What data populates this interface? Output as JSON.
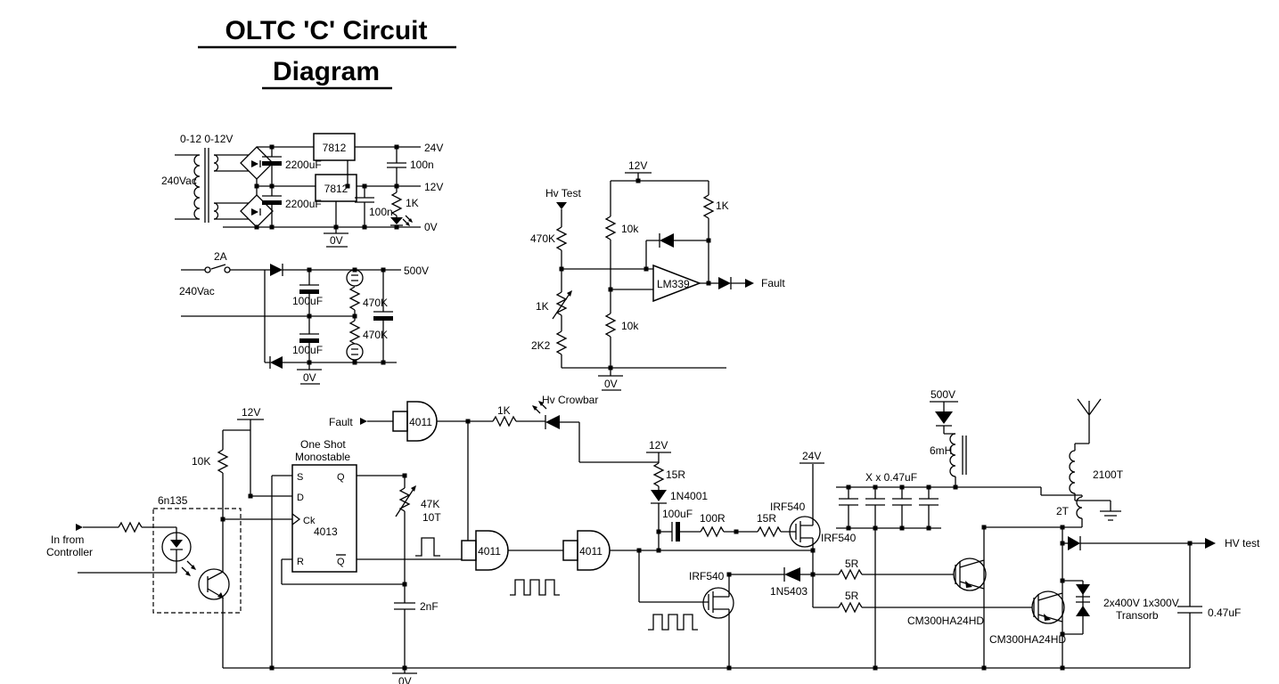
{
  "title": {
    "line1": "OLTC 'C' Circuit",
    "line2": "Diagram"
  },
  "psu_lv": {
    "secondary": "0-12 0-12V",
    "mains": "240Vac",
    "cap1": "2200uF",
    "cap2": "2200uF",
    "reg1": "7812",
    "reg2": "7812",
    "rail24": "24V",
    "rail12": "12V",
    "rail0": "0V",
    "filt1": "100n",
    "filt2": "100n",
    "led_res": "1K",
    "gnd": "0V"
  },
  "psu_hv": {
    "fuse": "2A",
    "mains": "240Vac",
    "cap1": "100uF",
    "cap2": "100uF",
    "bleed1": "470K",
    "bleed2": "470K",
    "rail500": "500V",
    "gnd": "0V"
  },
  "comp": {
    "supply": "12V",
    "input": "Hv Test",
    "r_in": "470K",
    "r_top": "10k",
    "r_pullup": "1K",
    "pot": "1K",
    "r_low": "2K2",
    "r_ref": "10k",
    "ic": "LM339",
    "out": "Fault",
    "gnd": "0V"
  },
  "logic": {
    "in1": "In from",
    "in2": "Controller",
    "opto": "6n135",
    "supply": "12V",
    "pullup": "10K",
    "mono1": "One Shot",
    "mono2": "Monostable",
    "ff": "4013",
    "pin_s": "S",
    "pin_d": "D",
    "pin_ck": "Ck",
    "pin_r": "R",
    "pin_q": "Q",
    "pin_qb": "Q",
    "pot": "47K",
    "pot_turns": "10T",
    "cap": "2nF",
    "fault": "Fault",
    "gate1": "4011",
    "gate2": "4011",
    "gate3": "4011",
    "r1": "1K",
    "crowbar": "Hv Crowbar"
  },
  "drive": {
    "supply": "12V",
    "r1": "15R",
    "d1": "1N4001",
    "cap1": "100uF",
    "r2": "100R",
    "r3": "15R",
    "fet1": "IRF540",
    "fet1b": "IRF540",
    "rail24": "24V",
    "fet2": "IRF540",
    "d2": "1N5403",
    "r4": "5R",
    "r5": "5R",
    "cap_bank": "X x 0.47uF",
    "rail500": "500V",
    "choke": "6mH",
    "sec": "2100T",
    "pri": "2T",
    "igbt1": "CM300HA24HD",
    "igbt2": "CM300HA24HD",
    "transorb1": "2x400V 1x300V",
    "transorb2": "Transorb",
    "out": "HV test",
    "cap2": "0.47uF",
    "gnd": "0V"
  }
}
